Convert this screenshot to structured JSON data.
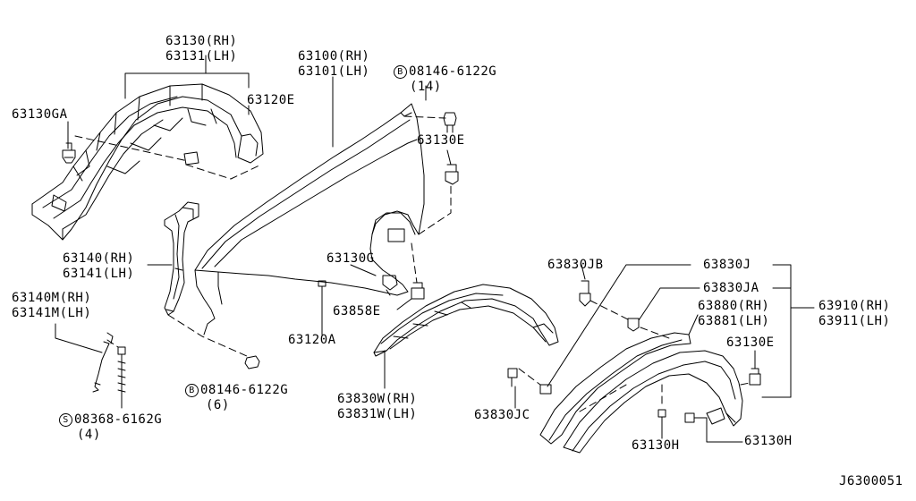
{
  "diagram": {
    "labels": [
      {
        "id": "63130-rh",
        "text": "63130(RH)"
      },
      {
        "id": "63131-lh",
        "text": "63131(LH)"
      },
      {
        "id": "63130ga",
        "text": "63130GA"
      },
      {
        "id": "63120e",
        "text": "63120E"
      },
      {
        "id": "63100-rh",
        "text": "63100(RH)"
      },
      {
        "id": "63101-lh",
        "text": "63101(LH)"
      },
      {
        "id": "b08146-top",
        "text": "08146-6122G",
        "circle": "B"
      },
      {
        "id": "qty-14",
        "text": "(14)"
      },
      {
        "id": "63130e-top",
        "text": "63130E"
      },
      {
        "id": "63140-rh",
        "text": "63140(RH)"
      },
      {
        "id": "63141-lh",
        "text": "63141(LH)"
      },
      {
        "id": "63130g",
        "text": "63130G"
      },
      {
        "id": "63858e",
        "text": "63858E"
      },
      {
        "id": "63140m-rh",
        "text": "63140M(RH)"
      },
      {
        "id": "63141m-lh",
        "text": "63141M(LH)"
      },
      {
        "id": "63120a",
        "text": "63120A"
      },
      {
        "id": "b08146-bottom",
        "text": "08146-6122G",
        "circle": "B"
      },
      {
        "id": "qty-6",
        "text": "(6)"
      },
      {
        "id": "s08368",
        "text": "08368-6162G",
        "circle": "S"
      },
      {
        "id": "qty-4",
        "text": "(4)"
      },
      {
        "id": "63830w-rh",
        "text": "63830W(RH)"
      },
      {
        "id": "63831w-lh",
        "text": "63831W(LH)"
      },
      {
        "id": "63830jc",
        "text": "63830JC"
      },
      {
        "id": "63830jb",
        "text": "63830JB"
      },
      {
        "id": "63830j",
        "text": "63830J"
      },
      {
        "id": "63830ja",
        "text": "63830JA"
      },
      {
        "id": "63880-rh",
        "text": "63880(RH)"
      },
      {
        "id": "63881-lh",
        "text": "63881(LH)"
      },
      {
        "id": "63910-rh",
        "text": "63910(RH)"
      },
      {
        "id": "63911-lh",
        "text": "63911(LH)"
      },
      {
        "id": "63130e-right",
        "text": "63130E"
      },
      {
        "id": "63130h-left",
        "text": "63130H"
      },
      {
        "id": "63130h-right",
        "text": "63130H"
      },
      {
        "id": "diagram-code",
        "text": "J6300051"
      }
    ]
  }
}
